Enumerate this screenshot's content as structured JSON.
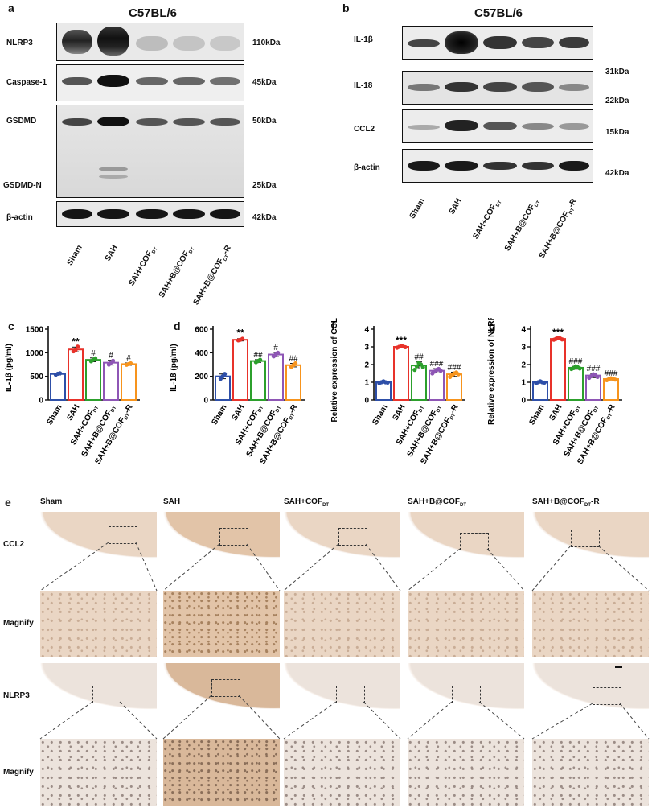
{
  "panels": {
    "a": "a",
    "b": "b",
    "c": "c",
    "d": "d",
    "e": "e",
    "f": "f",
    "g": "g"
  },
  "panel_a": {
    "header": "C57BL/6",
    "rows": [
      "NLRP3",
      "Caspase-1",
      "GSDMD",
      "GSDMD-N",
      "β-actin"
    ],
    "kda": [
      "110kDa",
      "45kDa",
      "50kDa",
      "25kDa",
      "42kDa"
    ]
  },
  "panel_b": {
    "header": "C57BL/6",
    "rows": [
      "IL-1β",
      "IL-18",
      "CCL2",
      "β-actin"
    ],
    "kda": [
      "31kDa",
      "22kDa",
      "15kDa",
      "42kDa"
    ]
  },
  "groups": [
    {
      "main": "Sham",
      "sub": "",
      "tail": ""
    },
    {
      "main": "SAH",
      "sub": "",
      "tail": ""
    },
    {
      "main": "SAH+COF",
      "sub": "DT",
      "tail": ""
    },
    {
      "main": "SAH+B@COF",
      "sub": "DT",
      "tail": ""
    },
    {
      "main": "SAH+B@COF",
      "sub": "DT",
      "tail": "-R"
    }
  ],
  "colors": {
    "Sham": "#2e4fa8",
    "SAH": "#e8322a",
    "SAH+COF_DT": "#2ca02c",
    "SAH+B@COF_DT": "#8e56b5",
    "SAH+B@COF_DT-R": "#f7941d"
  },
  "chart_data": [
    {
      "id": "c",
      "type": "bar",
      "ylabel": "IL-1β  (pg/ml)",
      "ylim": [
        0,
        1500
      ],
      "yticks": [
        0,
        500,
        1000,
        1500
      ],
      "categories": [
        "Sham",
        "SAH",
        "SAH+COF_DT",
        "SAH+B@COF_DT",
        "SAH+B@COF_DT-R"
      ],
      "values": [
        550,
        1070,
        850,
        790,
        760
      ],
      "errors": [
        20,
        50,
        40,
        50,
        25
      ],
      "points": [
        [
          535,
          555,
          565
        ],
        [
          1030,
          1060,
          1130
        ],
        [
          820,
          850,
          880
        ],
        [
          750,
          790,
          830
        ],
        [
          745,
          760,
          775
        ]
      ],
      "annotations": [
        "",
        "**",
        "#",
        "#",
        "#"
      ]
    },
    {
      "id": "d",
      "type": "bar",
      "ylabel": "IL-18 (pg/ml)",
      "ylim": [
        0,
        600
      ],
      "yticks": [
        0,
        200,
        400,
        600
      ],
      "categories": [
        "Sham",
        "SAH",
        "SAH+COF_DT",
        "SAH+B@COF_DT",
        "SAH+B@COF_DT-R"
      ],
      "values": [
        200,
        510,
        330,
        385,
        295
      ],
      "errors": [
        20,
        10,
        12,
        18,
        15
      ],
      "points": [
        [
          180,
          200,
          220
        ],
        [
          505,
          510,
          518
        ],
        [
          320,
          330,
          340
        ],
        [
          370,
          385,
          400
        ],
        [
          280,
          295,
          310
        ]
      ],
      "annotations": [
        "",
        "**",
        "##",
        "#",
        "##"
      ]
    },
    {
      "id": "f",
      "type": "bar",
      "ylabel": "Relative expression of CCL2",
      "ylim": [
        0,
        4
      ],
      "yticks": [
        0,
        1,
        2,
        3,
        4
      ],
      "categories": [
        "Sham",
        "SAH",
        "SAH+COF_DT",
        "SAH+B@COF_DT",
        "SAH+B@COF_DT-R"
      ],
      "values": [
        1.0,
        3.0,
        1.95,
        1.65,
        1.45
      ],
      "errors": [
        0.05,
        0.05,
        0.2,
        0.12,
        0.12
      ],
      "points": [
        [
          0.95,
          1.0,
          1.05,
          1.0,
          0.98
        ],
        [
          2.95,
          3.0,
          3.05,
          3.02,
          2.98
        ],
        [
          1.7,
          1.9,
          2.1,
          2.0,
          1.85
        ],
        [
          1.5,
          1.6,
          1.7,
          1.75,
          1.65
        ],
        [
          1.3,
          1.4,
          1.5,
          1.55,
          1.45
        ]
      ],
      "annotations": [
        "",
        "***",
        "##",
        "###",
        "###"
      ]
    },
    {
      "id": "g",
      "type": "bar",
      "ylabel": "Relative expression of NLRP3",
      "ylim": [
        0,
        4
      ],
      "yticks": [
        0,
        1,
        2,
        3,
        4
      ],
      "categories": [
        "Sham",
        "SAH",
        "SAH+COF_DT",
        "SAH+B@COF_DT",
        "SAH+B@COF_DT-R"
      ],
      "values": [
        1.0,
        3.45,
        1.82,
        1.38,
        1.18
      ],
      "errors": [
        0.05,
        0.05,
        0.08,
        0.12,
        0.05
      ],
      "points": [
        [
          0.95,
          1.0,
          1.05,
          1.0,
          0.98
        ],
        [
          3.4,
          3.45,
          3.5,
          3.48,
          3.42
        ],
        [
          1.75,
          1.8,
          1.9,
          1.85,
          1.78
        ],
        [
          1.25,
          1.35,
          1.45,
          1.4,
          1.3
        ],
        [
          1.12,
          1.18,
          1.22,
          1.2,
          1.15
        ]
      ],
      "annotations": [
        "",
        "***",
        "###",
        "###",
        "###"
      ]
    }
  ],
  "panel_e": {
    "col_headers": [
      {
        "main": "Sham",
        "sub": "",
        "tail": ""
      },
      {
        "main": "SAH",
        "sub": "",
        "tail": ""
      },
      {
        "main": "SAH+COF",
        "sub": "DT",
        "tail": ""
      },
      {
        "main": "SAH+B@COF",
        "sub": "DT",
        "tail": ""
      },
      {
        "main": "SAH+B@COF",
        "sub": "DT",
        "tail": "-R"
      }
    ],
    "row_labels": [
      "CCL2",
      "Magnify",
      "NLRP3",
      "Magnify"
    ],
    "tissue_colors": {
      "CCL2": "#ead6c4",
      "CCL2_SAH": "#e2c4a8",
      "NLRP3": "#ece3dc",
      "NLRP3_SAH": "#d9b89a"
    }
  }
}
